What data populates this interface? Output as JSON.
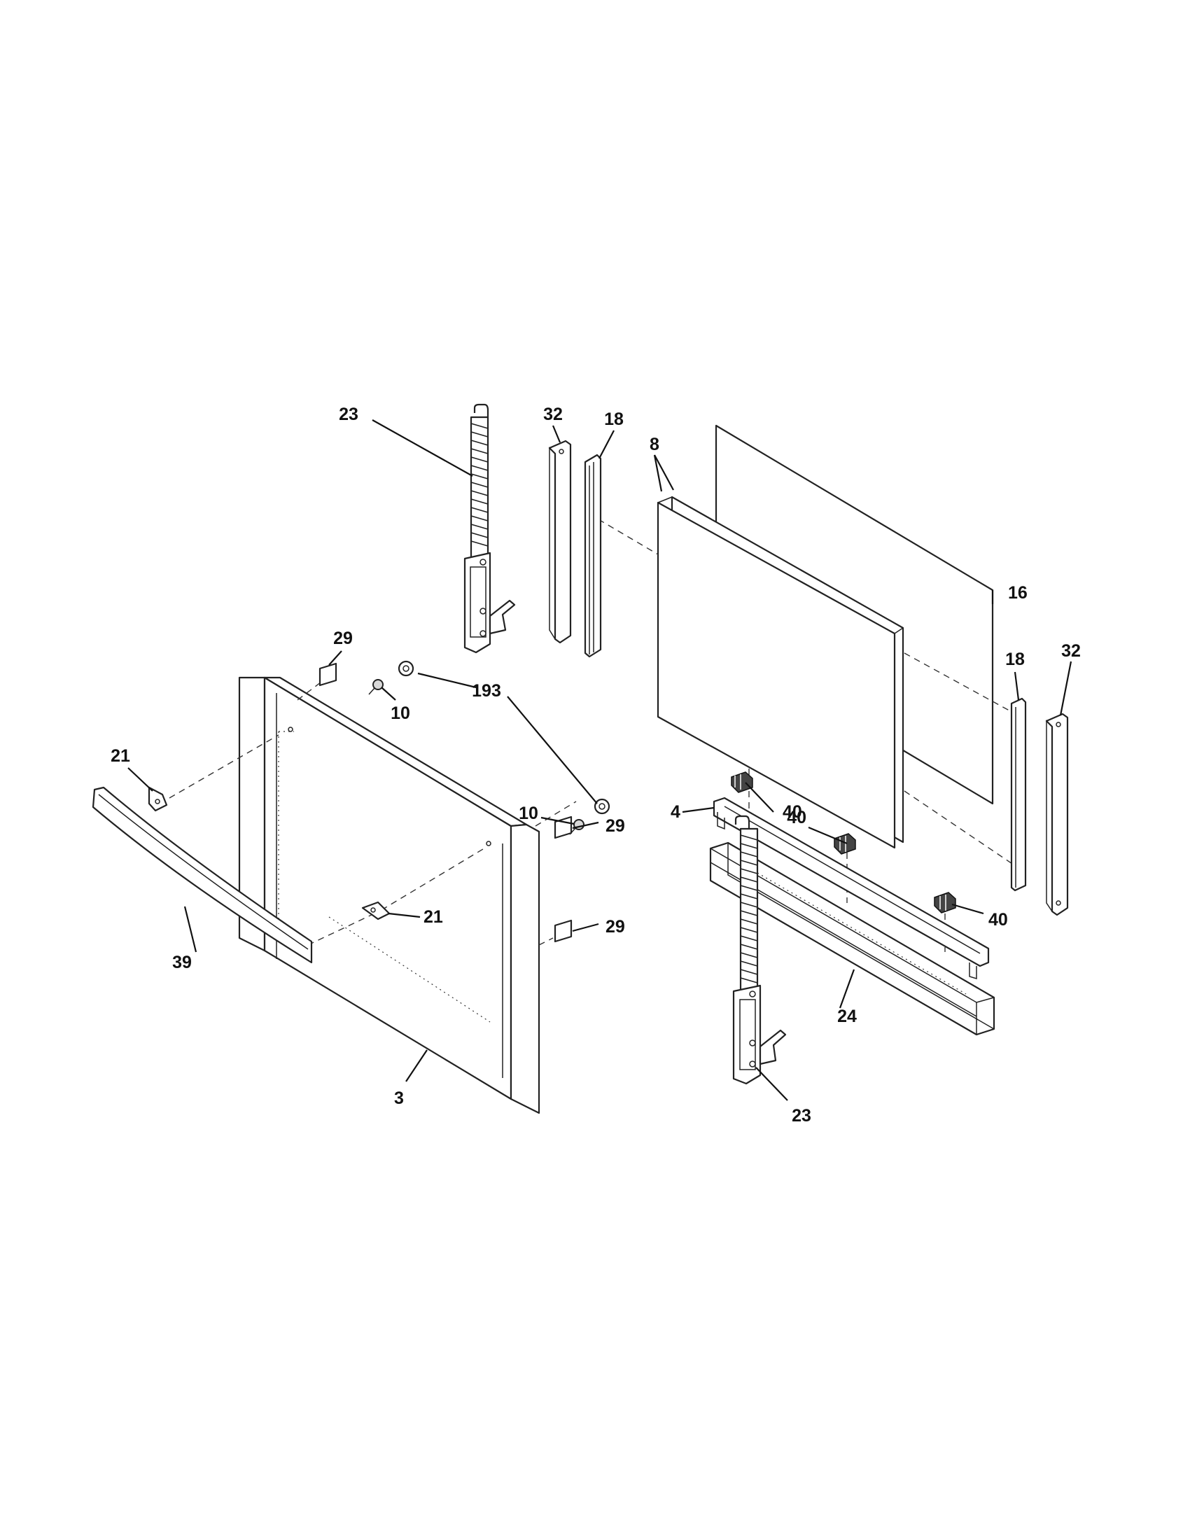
{
  "diagram": {
    "callouts": {
      "hinge_upper": "23",
      "channel_upper_left": "32",
      "gasket_upper_left": "18",
      "glass_inner": "8",
      "glass_outer": "16",
      "spacer_left": "29",
      "screw_left": "10",
      "nut": "193",
      "bracket_left": "21",
      "screw_right": "10",
      "spacer_right_upper": "29",
      "spacer_right_lower": "29",
      "bracket_right": "21",
      "handle": "39",
      "door_panel": "3",
      "gasket_right": "18",
      "channel_right": "32",
      "trim_bottom": "4",
      "clip_1": "40",
      "clip_2": "40",
      "clip_3": "40",
      "channel_bottom": "24",
      "hinge_lower": "23"
    }
  }
}
